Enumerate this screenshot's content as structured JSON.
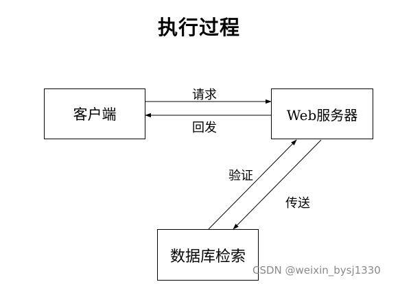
{
  "title": "执行过程",
  "nodes": {
    "client": "客户端",
    "web_server": "Web服务器",
    "database_lookup": "数据库检索"
  },
  "edges": {
    "request": "请求",
    "reply": "回发",
    "verify": "验证",
    "send": "传送"
  },
  "watermark": "CSDN @weixin_bysj1330",
  "colors": {
    "line": "#000000",
    "watermark": "#8a8a8a"
  }
}
